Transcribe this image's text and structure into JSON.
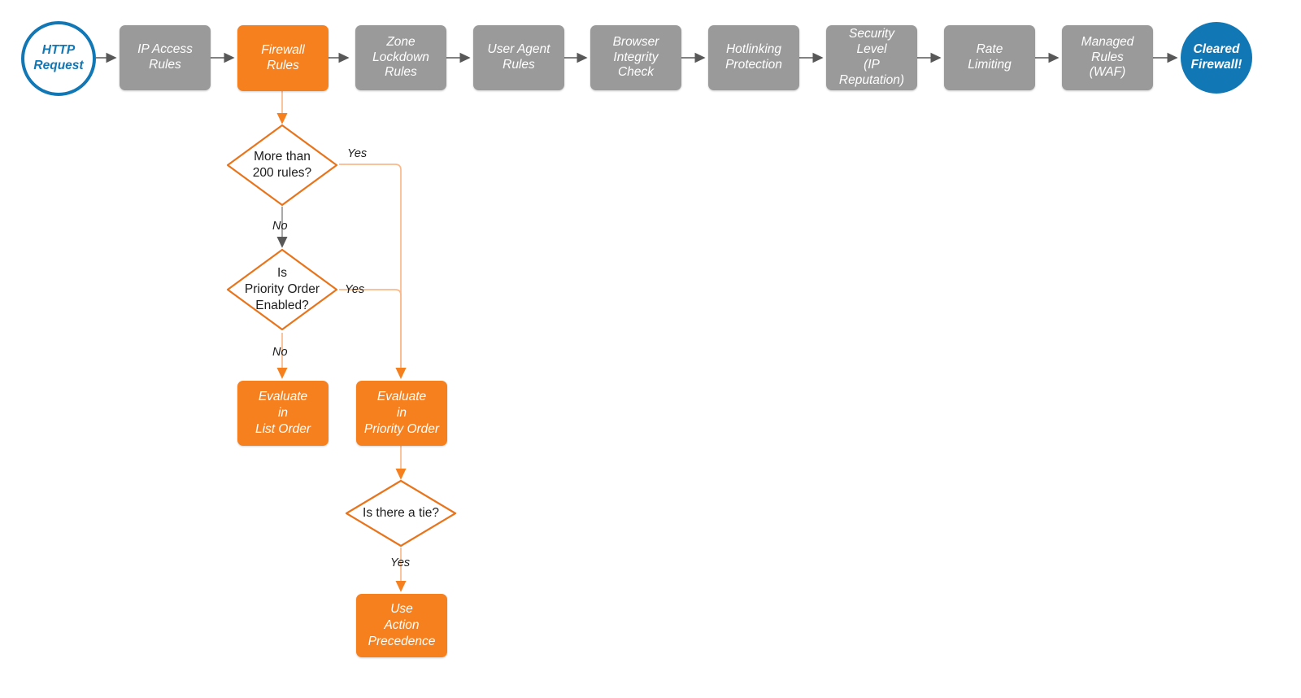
{
  "diagram": {
    "title": "Cloudflare Firewall Rules Evaluation Order",
    "colors": {
      "orange": "#f7801e",
      "grey": "#9a9a9a",
      "blue": "#1277b5",
      "arrow_grey": "#585858",
      "arrow_orange": "#f7a06a",
      "text_dark": "#1d1d1d"
    }
  },
  "pipeline": {
    "start": {
      "label": "HTTP\nRequest",
      "shape": "circle",
      "color": "#1277b5"
    },
    "steps": [
      {
        "label": "IP Access\nRules",
        "color": "#9a9a9a"
      },
      {
        "label": "Firewall\nRules",
        "color": "#f7801e"
      },
      {
        "label": "Zone\nLockdown\nRules",
        "color": "#9a9a9a"
      },
      {
        "label": "User Agent\nRules",
        "color": "#9a9a9a"
      },
      {
        "label": "Browser\nIntegrity\nCheck",
        "color": "#9a9a9a"
      },
      {
        "label": "Hotlinking\nProtection",
        "color": "#9a9a9a"
      },
      {
        "label": "Security\nLevel\n(IP Reputation)",
        "color": "#9a9a9a"
      },
      {
        "label": "Rate\nLimiting",
        "color": "#9a9a9a"
      },
      {
        "label": "Managed\nRules\n(WAF)",
        "color": "#9a9a9a"
      }
    ],
    "end": {
      "label": "Cleared\nFirewall!",
      "shape": "circle",
      "color": "#1277b5"
    }
  },
  "branch": {
    "decision_rules_count": {
      "label": "More than\n200 rules?"
    },
    "decision_priority_order": {
      "label": "Is\nPriority Order\nEnabled?"
    },
    "decision_tie": {
      "label": "Is there a tie?"
    },
    "result_list_order": {
      "label": "Evaluate\nin\nList Order"
    },
    "result_priority_order": {
      "label": "Evaluate\nin\nPriority Order"
    },
    "result_action_precedence": {
      "label": "Use\nAction\nPrecedence"
    },
    "edge_labels": {
      "rules_count_yes": "Yes",
      "rules_count_no": "No",
      "priority_order_yes": "Yes",
      "priority_order_no": "No",
      "tie_yes": "Yes"
    }
  }
}
